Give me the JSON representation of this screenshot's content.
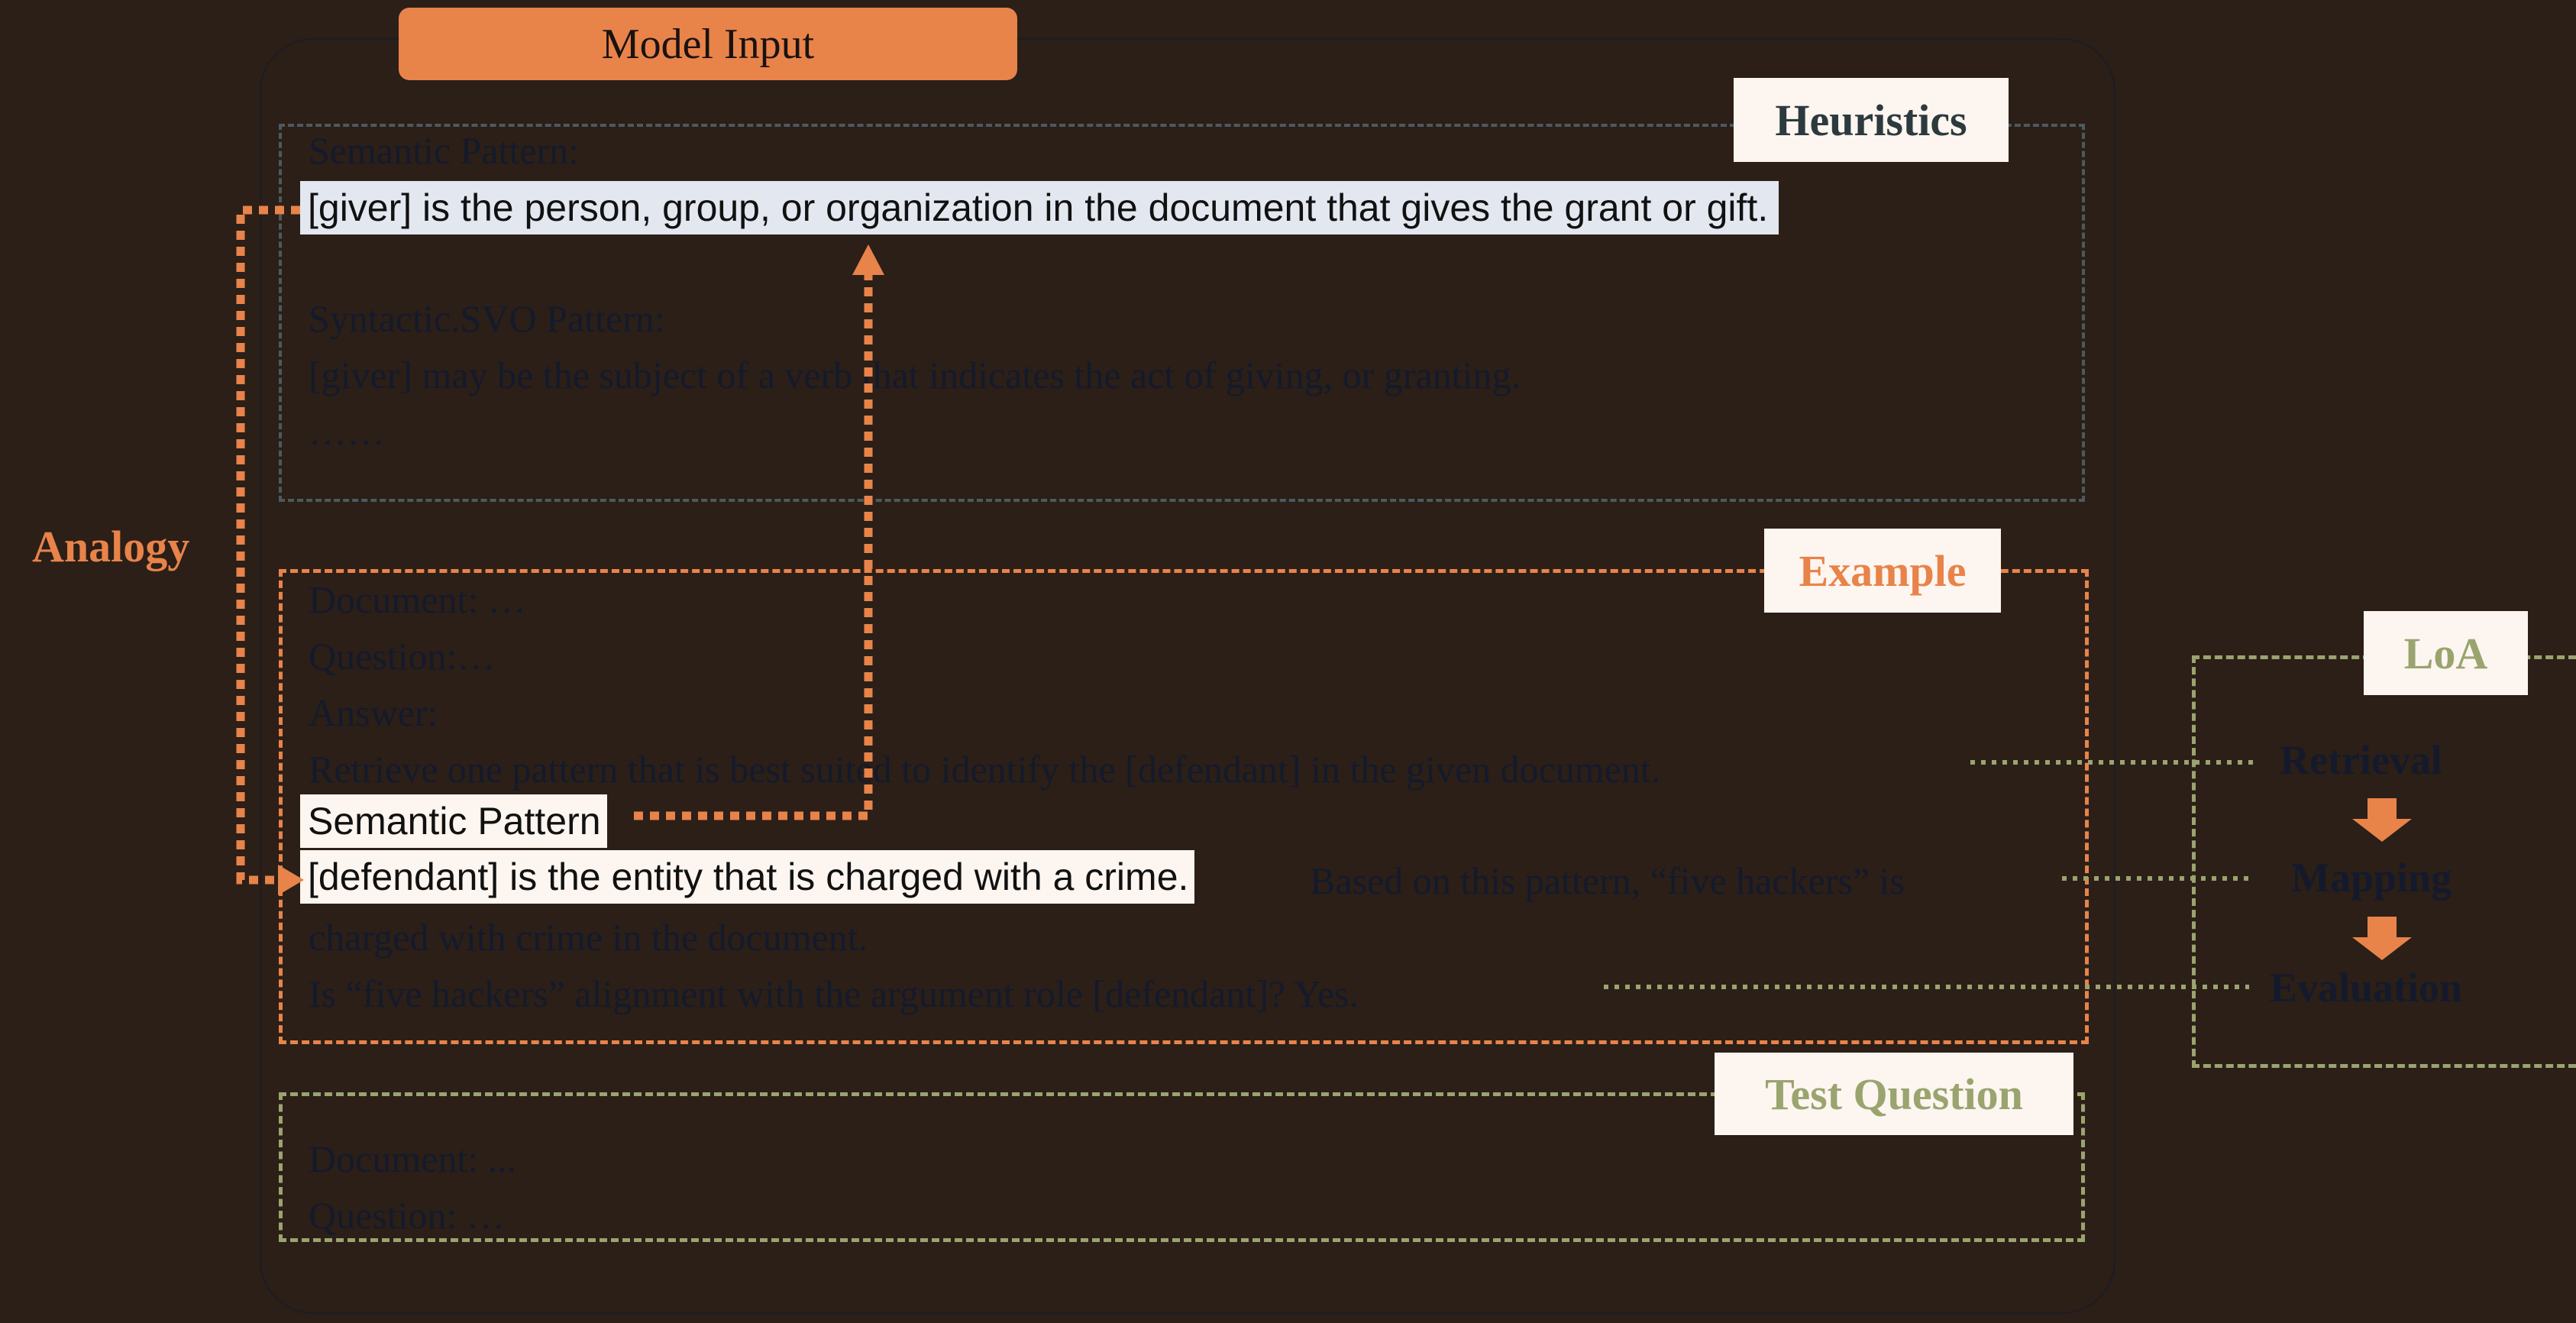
{
  "model_input_label": "Model Input",
  "analogy_label": "Analogy",
  "heuristics": {
    "title": "Heuristics",
    "semantic_heading": "Semantic Pattern:",
    "semantic_text": "[giver] is the person, group, or organization in the document that gives the grant or gift.",
    "syntactic_heading": "Syntactic.SVO Pattern:",
    "syntactic_text": "[giver] may be the subject of a verb that indicates the act of giving, or granting.",
    "ellipsis": "……"
  },
  "example": {
    "title": "Example",
    "document": "Document: …",
    "question": "Question:…",
    "answer": "Answer:",
    "retrieve": "Retrieve one pattern that is best suited to identify the [defendant] in the given document.",
    "pattern_name": "Semantic Pattern",
    "pattern_text": "[defendant] is the entity that is charged with a crime.",
    "mapping_a": "Based on this pattern, “five hackers” is",
    "mapping_b": "charged with crime in the document.",
    "evaluation": "Is “five hackers” alignment with the argument role [defendant]? Yes."
  },
  "test_question": {
    "title": "Test Question",
    "document": "Document: ...",
    "question": "Question: …"
  },
  "loa": {
    "title": "LoA",
    "steps": [
      "Retrieval",
      "Mapping",
      "Evaluation"
    ]
  },
  "colors": {
    "background": "#2b1f17",
    "orange": "#e8834a",
    "olive": "#9aa46f",
    "slate": "#2c3a3e",
    "text": "#141a2c",
    "highlight_blue": "#e3e7f0",
    "highlight_cream": "#fdf5ef"
  }
}
